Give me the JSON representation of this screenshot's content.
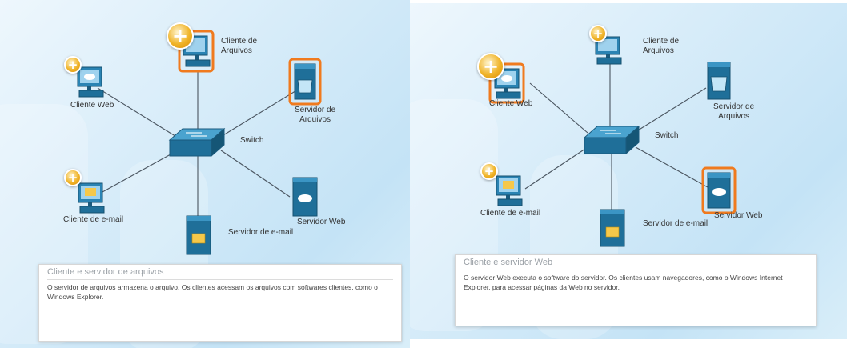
{
  "left_panel": {
    "labels": {
      "file_client": "Cliente de\nArquivos",
      "web_client": "Cliente Web",
      "file_server": "Servidor de\nArquivos",
      "switch": "Switch",
      "email_client": "Cliente de e-mail",
      "web_server": "Servidor Web",
      "email_server": "Servidor de e-mail"
    },
    "highlighted": [
      "file_client",
      "file_server"
    ],
    "info": {
      "title": "Cliente e servidor de arquivos",
      "body": "O servidor de arquivos armazena o arquivo. Os clientes acessam os arquivos com softwares clientes, como o Windows Explorer."
    }
  },
  "right_panel": {
    "labels": {
      "file_client": "Cliente de\nArquivos",
      "web_client": "Cliente Web",
      "file_server": "Servidor de\nArquivos",
      "switch": "Switch",
      "email_client": "Cliente de e-mail",
      "web_server": "Servidor Web",
      "email_server": "Servidor de e-mail"
    },
    "highlighted": [
      "web_client",
      "web_server"
    ],
    "info": {
      "title": "Cliente e servidor Web",
      "body": "O servidor Web executa o software do servidor. Os clientes usam navegadores, como o Windows Internet Explorer, para acessar páginas da Web no servidor."
    }
  },
  "colors": {
    "device_blue": "#1f6f99",
    "highlight_orange": "#f07a1e",
    "plus_gold": "#f0b429",
    "link_gray": "#4a5560"
  },
  "icons": {
    "client": "desktop-computer-icon",
    "server": "tower-server-icon",
    "switch": "network-switch-icon",
    "add": "plus-badge-icon"
  }
}
